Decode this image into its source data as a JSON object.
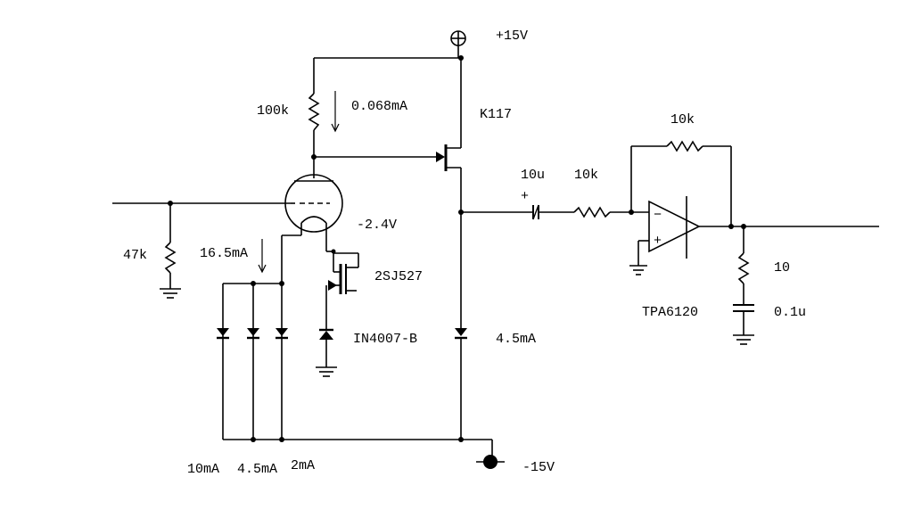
{
  "supply": {
    "positive": "+15V",
    "negative": "-15V"
  },
  "components": {
    "r_plate": "100k",
    "plate_current": "0.068mA",
    "jfet": "K117",
    "r_grid": "47k",
    "heater_current": "16.5mA",
    "bias_voltage": "-2.4V",
    "mosfet": "2SJ527",
    "diode": "IN4007-B",
    "coupling_cap": "10u",
    "r_input": "10k",
    "r_feedback": "10k",
    "opamp": "TPA6120",
    "r_output": "10",
    "c_output": "0.1u",
    "source_current": "4.5mA",
    "plus_sign": "+",
    "opamp_minus": "−",
    "opamp_plus": "+"
  },
  "current_sources": [
    "10mA",
    "4.5mA",
    "2mA"
  ]
}
